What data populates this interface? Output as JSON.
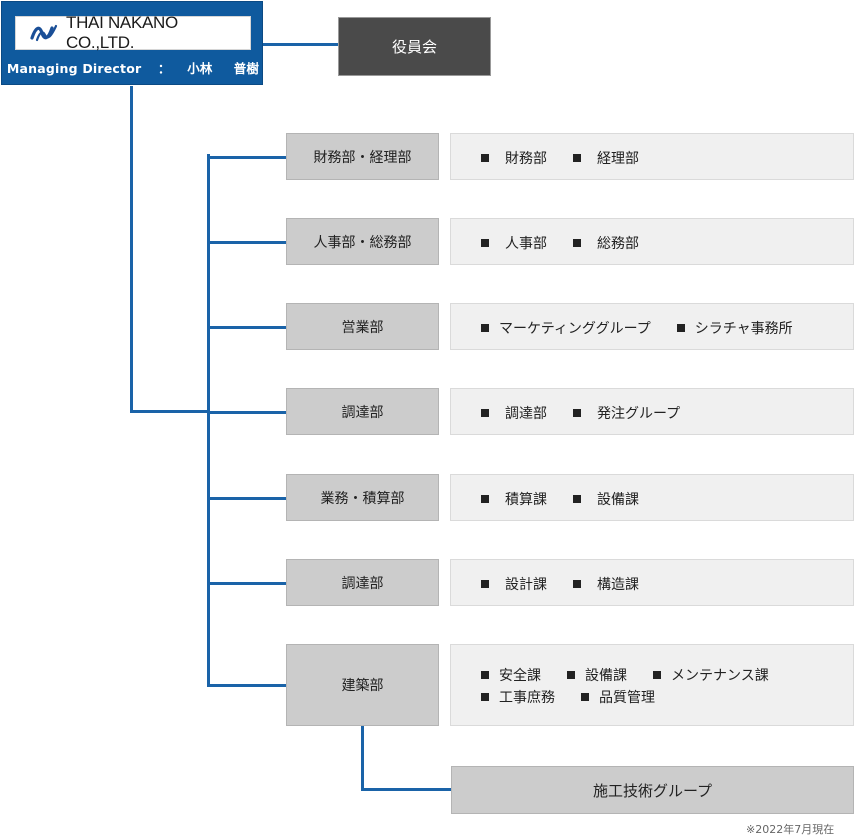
{
  "company": {
    "name": "THAI NAKANO CO.,LTD.",
    "logo_icon": "nakano-wave-logo-icon",
    "director_title": "Managing Director",
    "separator": "：",
    "director_family_name": "小林",
    "director_given_name": "普樹"
  },
  "board": {
    "label": "役員会"
  },
  "departments": [
    {
      "label": "財務部・経理部",
      "subs": [
        [
          "財務部",
          "経理部"
        ]
      ]
    },
    {
      "label": "人事部・総務部",
      "subs": [
        [
          "人事部",
          "総務部"
        ]
      ]
    },
    {
      "label": "営業部",
      "subs": [
        [
          "マーケティンググループ",
          "シラチャ事務所"
        ]
      ]
    },
    {
      "label": "調達部",
      "subs": [
        [
          "調達部",
          "発注グループ"
        ]
      ]
    },
    {
      "label": "業務・積算部",
      "subs": [
        [
          "積算課",
          "設備課"
        ]
      ]
    },
    {
      "label": "調達部",
      "subs": [
        [
          "設計課",
          "構造課"
        ]
      ]
    },
    {
      "label": "建築部",
      "subs": [
        [
          "安全課",
          "設備課",
          "メンテナンス課"
        ],
        [
          "工事庶務",
          "品質管理"
        ]
      ]
    }
  ],
  "construction_group": {
    "label": "施工技術グループ"
  },
  "footnote": "※2022年7月現在",
  "colors": {
    "brand_blue": "#0f5a9e",
    "line_blue": "#1a63a8",
    "board_dark": "#4a4a4a",
    "dept_gray": "#cccccc",
    "subs_bg": "#f0f0f0"
  }
}
